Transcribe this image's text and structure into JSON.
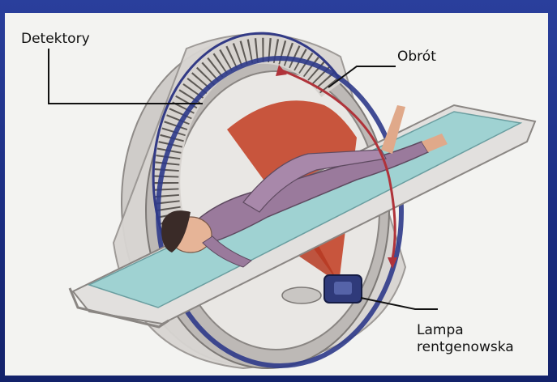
{
  "labels": {
    "detectors": "Detektory",
    "rotation": "Obrót",
    "lamp_line1": "Lampa",
    "lamp_line2": "rentgenowska"
  },
  "colors": {
    "frame": "#1c2f86",
    "panel": "#f3f3f1",
    "gantry": "#c9c6c3",
    "ring": "#2e3a8a",
    "fan": "#c4452a",
    "table": "#9fd2d2",
    "patient": "#9a7a9c",
    "arrow": "#b0333a"
  },
  "icons": {
    "ct-scanner": "ct-scanner-illustration"
  }
}
